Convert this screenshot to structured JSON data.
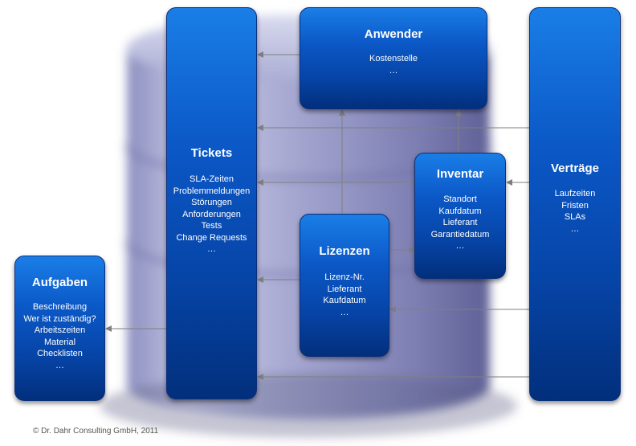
{
  "boxes": {
    "tickets": {
      "title": "Tickets",
      "lines": [
        "SLA-Zeiten",
        "Problemmeldungen",
        "Störungen",
        "Anforderungen",
        "Tests",
        "Change Requests",
        "…"
      ]
    },
    "anwender": {
      "title": "Anwender",
      "lines": [
        "Kostenstelle",
        "…"
      ]
    },
    "vertraege": {
      "title": "Verträge",
      "lines": [
        "Laufzeiten",
        "Fristen",
        "SLAs",
        "…"
      ]
    },
    "inventar": {
      "title": "Inventar",
      "lines": [
        "Standort",
        "Kaufdatum",
        "Lieferant",
        "Garantiedatum",
        "…"
      ]
    },
    "lizenzen": {
      "title": "Lizenzen",
      "lines": [
        "Lizenz-Nr.",
        "Lieferant",
        "Kaufdatum",
        "…"
      ]
    },
    "aufgaben": {
      "title": "Aufgaben",
      "lines": [
        "Beschreibung",
        "Wer ist zuständig?",
        "Arbeitszeiten",
        "Material",
        "Checklisten",
        "…"
      ]
    }
  },
  "footer": {
    "copyright": "© Dr. Dahr Consulting GmbH, 2011"
  },
  "colors": {
    "box_top": "#1a7ee6",
    "box_bottom": "#022f7c",
    "cylinder": "#9a9cc9",
    "arrow": "#7f7f7f"
  }
}
